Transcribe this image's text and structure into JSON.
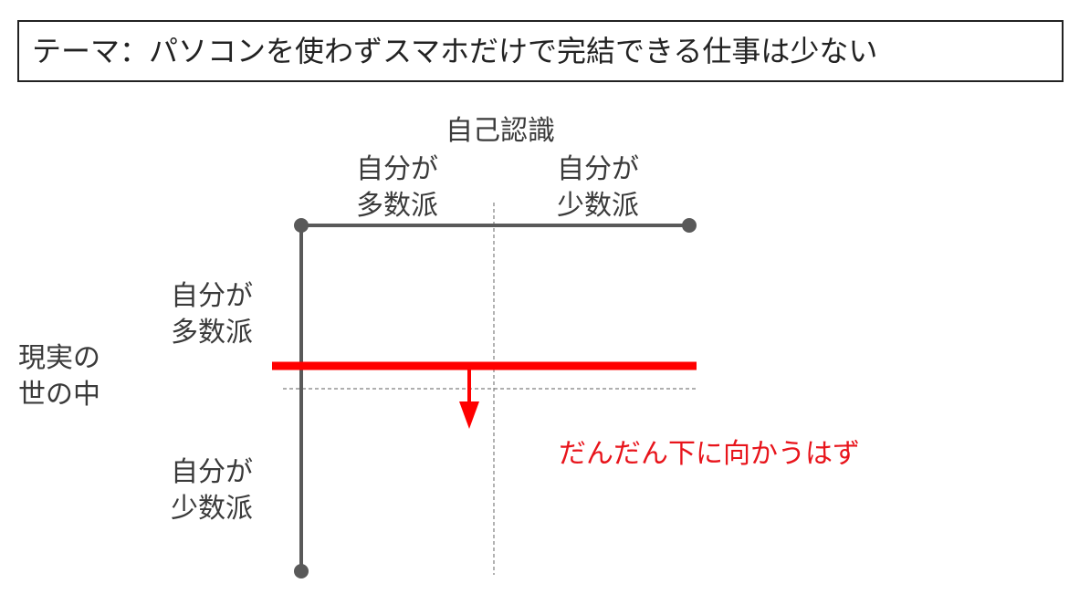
{
  "theme": {
    "title": "テーマ：パソコンを使わずスマホだけで完結できる仕事は少ない"
  },
  "x_axis": {
    "title": "自己認識",
    "left_label": [
      "自分が",
      "多数派"
    ],
    "right_label": [
      "自分が",
      "少数派"
    ]
  },
  "y_axis": {
    "title": [
      "現実の",
      "世の中"
    ],
    "top_label": [
      "自分が",
      "多数派"
    ],
    "bottom_label": [
      "自分が",
      "少数派"
    ]
  },
  "annotation": {
    "text": "だんだん下に向かうはず"
  },
  "colors": {
    "axis": "#595959",
    "divider": "#7f7f7f",
    "highlight": "#ff0000",
    "annotation_text": "#e8141b",
    "border": "#222222"
  }
}
